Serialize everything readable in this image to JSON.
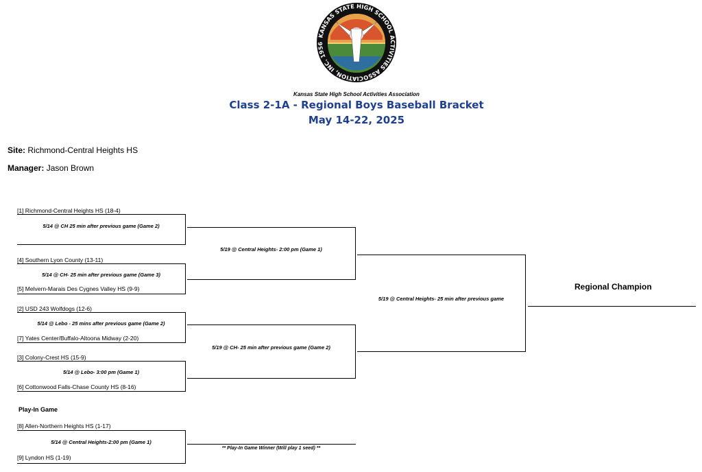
{
  "header": {
    "logo_text": "KANSAS STATE HIGH SCHOOL ACTIVITIES ASSOCIATION, INC. 1956",
    "organization": "Kansas State High School Activities Association",
    "title": "Class 2-1A - Regional Boys Baseball Bracket",
    "dates": "May 14-22, 2025"
  },
  "site": {
    "label": "Site:",
    "value": "Richmond-Central Heights HS"
  },
  "manager": {
    "label": "Manager:",
    "value": "Jason Brown"
  },
  "round1": {
    "team1": "[1] Richmond-Central Heights HS   (18-4)",
    "game_a": "5/14 @ CH 25 min after previous game (Game 2)",
    "team4": "[4] Southern Lyon County   (13-11)",
    "game_b": "5/14 @ CH- 25 min after previous game (Game 3)",
    "team5": "[5] Melvern-Marais Des Cygnes Valley HS  (9-9)",
    "team2": "[2] USD 243 Wolfdogs   (12-6)",
    "game_c": "5/14 @ Lebo - 25 mins after previous game (Game 2)",
    "team7": "[7] Yates Center/Buffalo-Altoona Midway  (2-20)",
    "team3": "[3] Colony-Crest HS   (15-9)",
    "game_d": "5/14 @ Lebo- 3:00 pm (Game 1)",
    "team6": "[6] Cottonwood Falls-Chase County HS  (8-16)"
  },
  "semis": {
    "game_top": "5/19 @ Central Heights- 2:00 pm (Game 1)",
    "game_bottom": "5/19 @ CH- 25 min after previous game (Game 2)"
  },
  "final": {
    "game": "5/19 @ Central Heights- 25 min after previous game",
    "champion_label": "Regional Champion"
  },
  "play_in": {
    "heading": "Play-In Game",
    "team8": "[8] Allen-Northern Heights HS   (1-17)",
    "game": "5/14 @ Central Heights-2:00 pm (Game 1)",
    "team9": "[9] Lyndon HS   (1-19)",
    "note": "** Play-In Game Winner (Will play 1 seed) **"
  }
}
